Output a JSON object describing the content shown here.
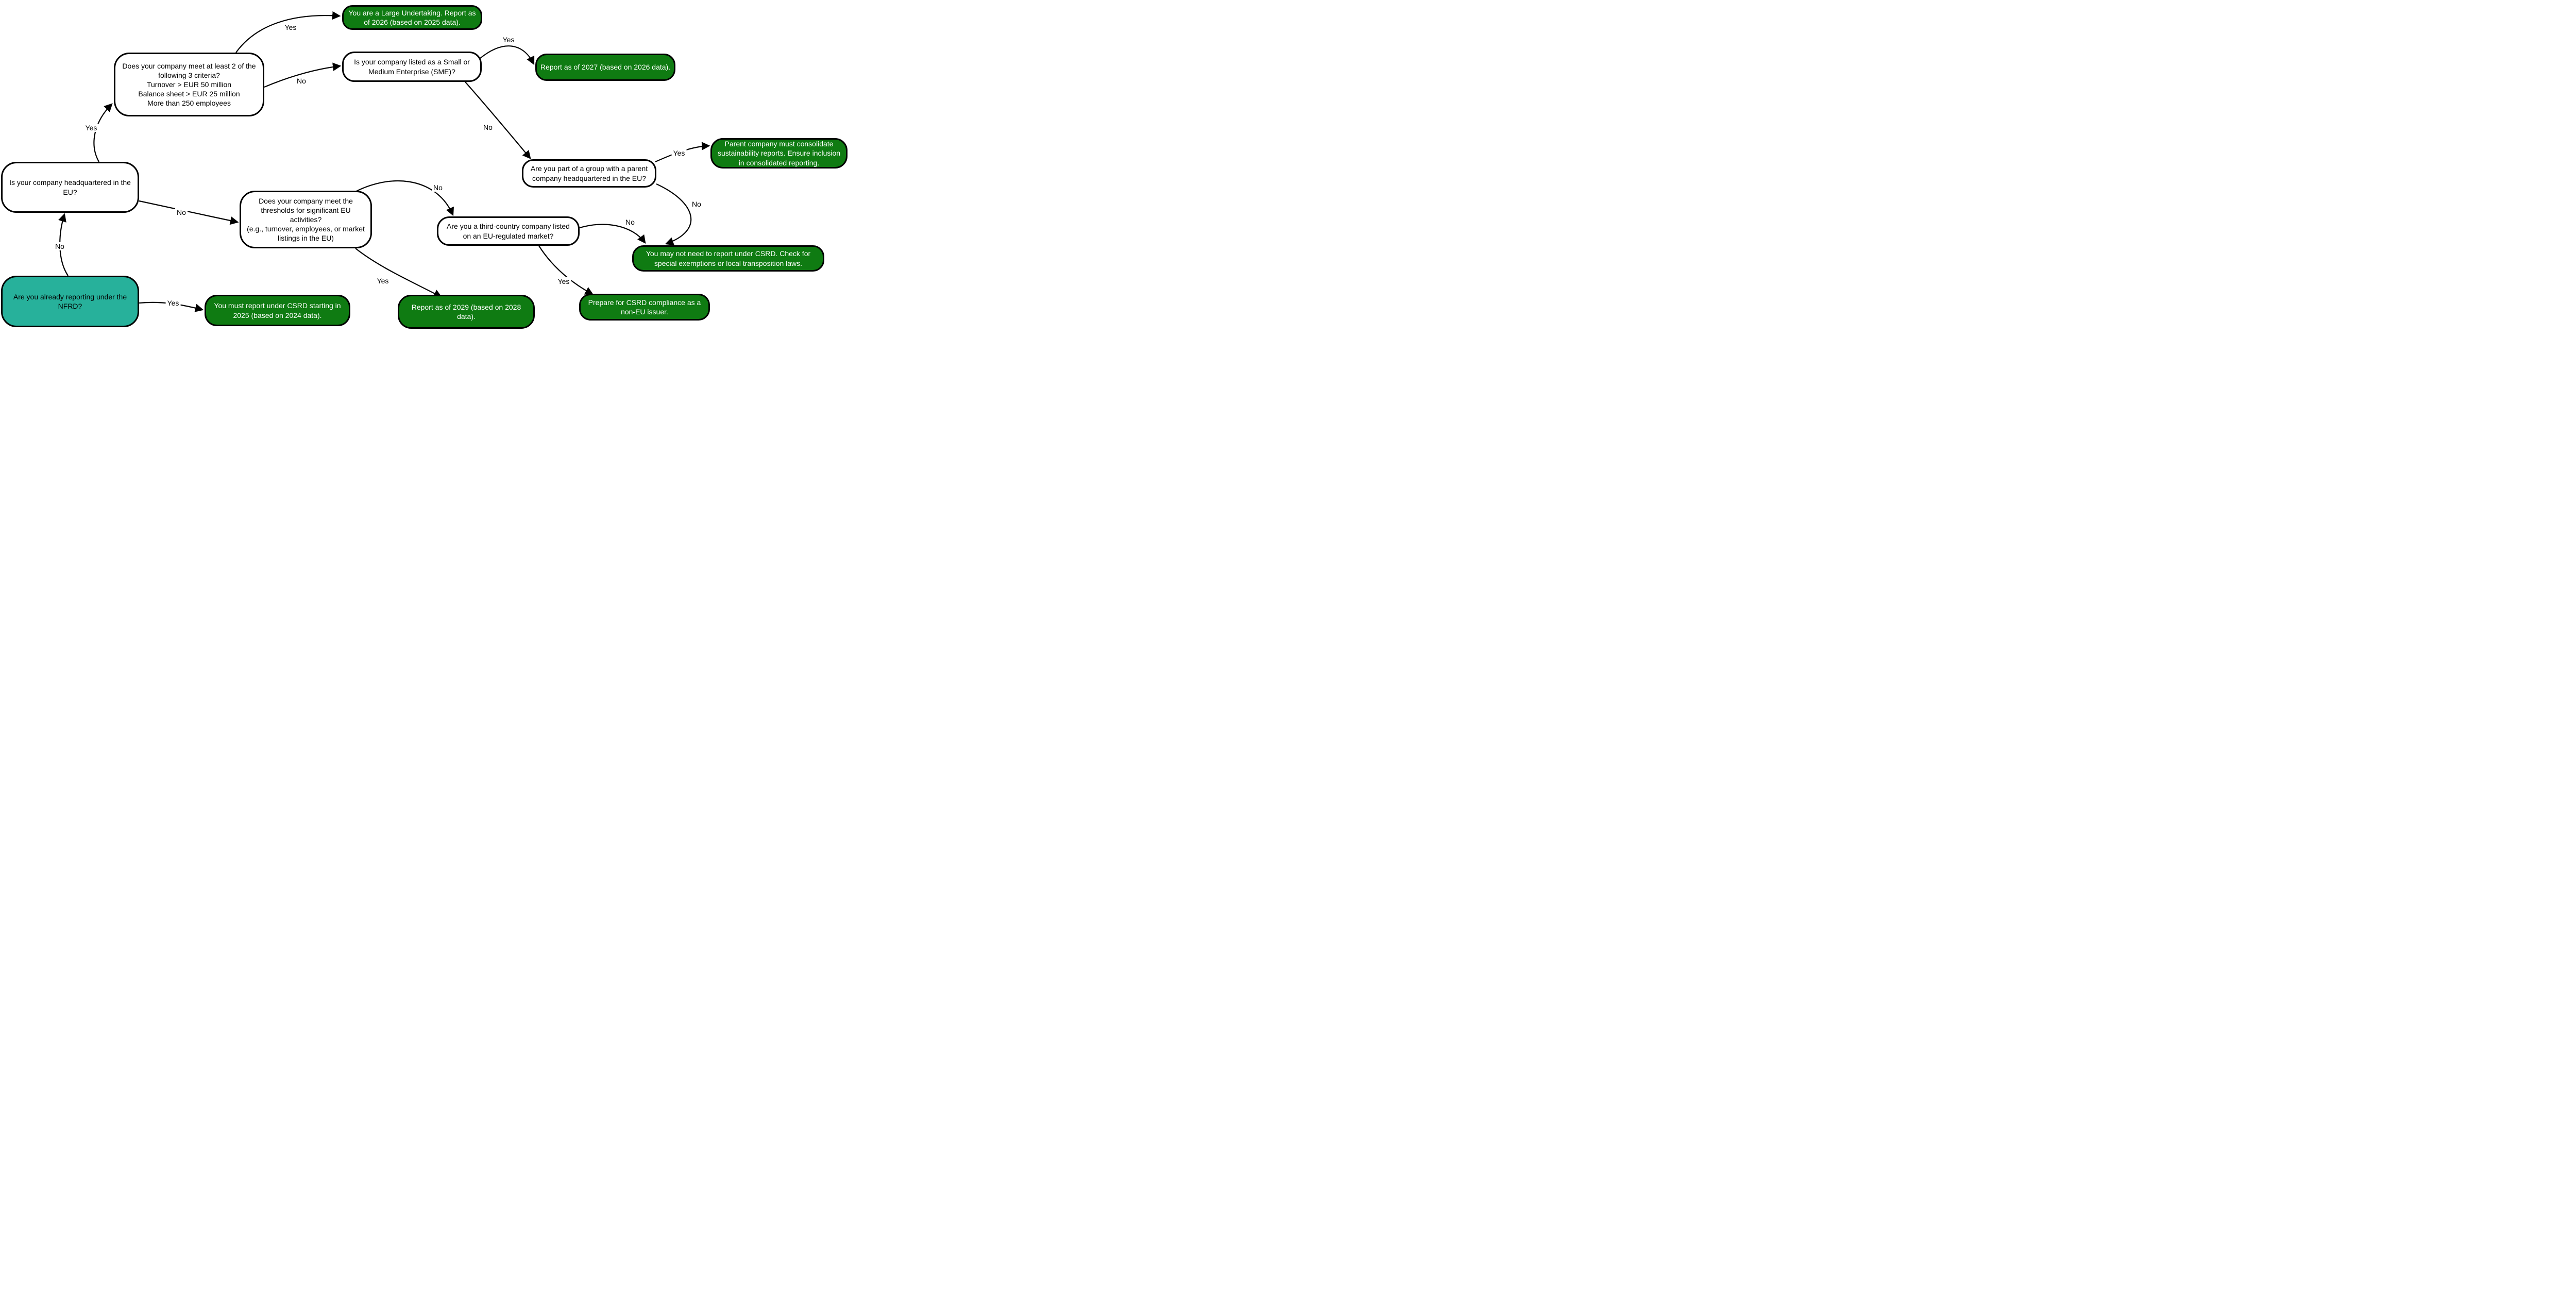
{
  "diagram": {
    "title": "CSRD reporting decision flowchart",
    "colors": {
      "question_fill": "#ffffff",
      "question_text": "#000000",
      "outcome_fill": "#0f7b12",
      "outcome_text": "#ffffff",
      "start_fill": "#27b19b",
      "start_text": "#000000",
      "border": "#000000",
      "edge": "#000000",
      "edge_label_text": "#000000"
    },
    "nodes": [
      {
        "id": "nfrd",
        "kind": "start",
        "text": "Are you already reporting under the\nNFRD?"
      },
      {
        "id": "hq",
        "kind": "question",
        "text": "Is your company headquartered in the\nEU?"
      },
      {
        "id": "criteria",
        "kind": "question",
        "text": "Does your company meet at least 2 of the\nfollowing 3 criteria?\nTurnover > EUR 50 million\nBalance sheet > EUR 25 million\nMore than 250 employees"
      },
      {
        "id": "large",
        "kind": "outcome",
        "text": "You are a Large Undertaking. Report as\nof 2026 (based on 2025 data)."
      },
      {
        "id": "sme",
        "kind": "question",
        "text": "Is your company listed as a Small or\nMedium Enterprise (SME)?"
      },
      {
        "id": "y2027",
        "kind": "outcome",
        "text": "Report as of 2027 (based on 2026 data)."
      },
      {
        "id": "parent",
        "kind": "question",
        "text": "Are you part of a group with a parent\ncompany headquartered in the EU?"
      },
      {
        "id": "consolidate",
        "kind": "outcome",
        "text": "Parent company must consolidate\nsustainability reports. Ensure inclusion\nin consolidated reporting."
      },
      {
        "id": "thresholds",
        "kind": "question",
        "text": "Does your company meet the\nthresholds for significant EU\nactivities?\n(e.g., turnover, employees, or market\nlistings in the EU)"
      },
      {
        "id": "tc",
        "kind": "question",
        "text": "Are you a third-country company listed\non an EU-regulated market?"
      },
      {
        "id": "maynot",
        "kind": "outcome",
        "text": "You may not need to report under CSRD. Check for\nspecial exemptions or local transposition laws."
      },
      {
        "id": "y2025",
        "kind": "outcome",
        "text": "You must report under CSRD starting in\n2025 (based on 2024 data)."
      },
      {
        "id": "y2029",
        "kind": "outcome",
        "text": "Report as of 2029 (based on 2028\ndata)."
      },
      {
        "id": "prepare",
        "kind": "outcome",
        "text": "Prepare for CSRD compliance as a\nnon-EU issuer."
      }
    ],
    "edges": [
      {
        "from": "nfrd",
        "to": "y2025",
        "label": "Yes"
      },
      {
        "from": "nfrd",
        "to": "hq",
        "label": "No"
      },
      {
        "from": "hq",
        "to": "criteria",
        "label": "Yes"
      },
      {
        "from": "hq",
        "to": "thresholds",
        "label": "No"
      },
      {
        "from": "criteria",
        "to": "large",
        "label": "Yes"
      },
      {
        "from": "criteria",
        "to": "sme",
        "label": "No"
      },
      {
        "from": "sme",
        "to": "y2027",
        "label": "Yes"
      },
      {
        "from": "sme",
        "to": "parent",
        "label": "No"
      },
      {
        "from": "parent",
        "to": "consolidate",
        "label": "Yes"
      },
      {
        "from": "parent",
        "to": "maynot",
        "label": "No"
      },
      {
        "from": "thresholds",
        "to": "y2029",
        "label": "Yes"
      },
      {
        "from": "thresholds",
        "to": "tc",
        "label": "No"
      },
      {
        "from": "tc",
        "to": "prepare",
        "label": "Yes"
      },
      {
        "from": "tc",
        "to": "maynot",
        "label": "No"
      }
    ]
  }
}
